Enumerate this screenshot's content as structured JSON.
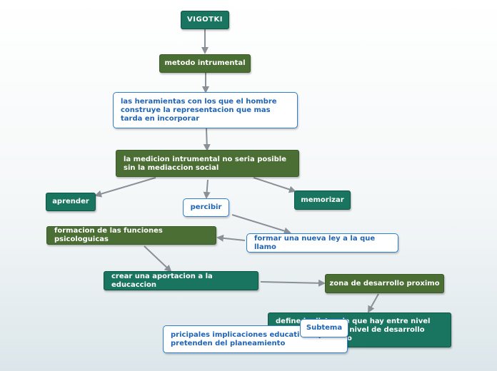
{
  "theme": {
    "teal": "#1a7560",
    "green": "#4a6e33",
    "white_text": "#1f64b5",
    "white_border": "#2f7fd0",
    "edge": "#8a9097",
    "background_top": "#ffffff",
    "background_bottom": "#dce6ea"
  },
  "nodes": {
    "vigotki": "VIGOTKI",
    "metodo": "metodo intrumental",
    "herramientas": "las heramientas con los que el hombre construye la representacion que mas tarda en incorporar",
    "medicion": "la medicion intrumental no seria posible sin la mediaccion social",
    "aprender": "aprender",
    "memorizar": "memorizar",
    "percibir": "percibir",
    "formacion": "formacion de las funciones psicologuicas",
    "ley": "formar una nueva ley a la que llamo",
    "aportacion": "crear una aportacion a la educaccion",
    "zona": "zona de desarrollo proximo",
    "define": "define la distancia que hay entre nivel real de desarrollo nivel de desarrollo potencial asignado",
    "implicaciones": "pricipales implicaciones educativas que pretenden del planeamiento",
    "subtema": "Subtema"
  }
}
